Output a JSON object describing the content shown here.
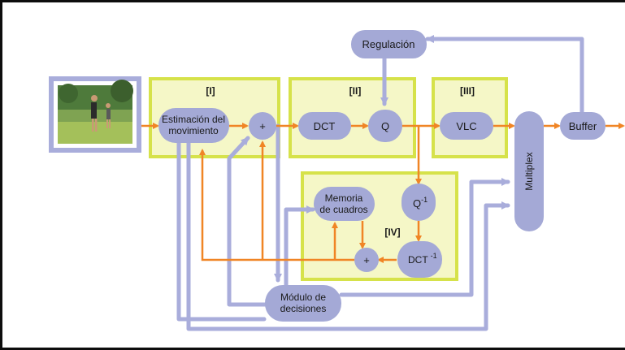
{
  "blocks": {
    "estimacion_line1": "Estimación del",
    "estimacion_line2": "movimiento",
    "suma_top": "+",
    "dct": "DCT",
    "q": "Q",
    "regulacion": "Regulación",
    "vlc": "VLC",
    "multiplex": "Multiplex",
    "buffer": "Buffer",
    "q_inverse": "Q",
    "q_inverse_sup": "-1",
    "memoria_line1": "Memoria",
    "memoria_line2": "de cuadros",
    "suma_bottom": "+",
    "dct_inverse": "DCT",
    "dct_inverse_sup": "-1",
    "modulo_line1": "Módulo de",
    "modulo_line2": "decisiones"
  },
  "regions": {
    "r1": "[I]",
    "r2": "[II]",
    "r3": "[III]",
    "r4": "[IV]"
  },
  "colors": {
    "frame": "#0d0d0d",
    "region_fill": "#f5f7c7",
    "region_border": "#d6e24a",
    "block_fill": "#a4a9d6",
    "control_line": "#a9addb",
    "data_arrow": "#f08525",
    "input_frame": "#a9addb"
  },
  "input_image": "photo-icon"
}
